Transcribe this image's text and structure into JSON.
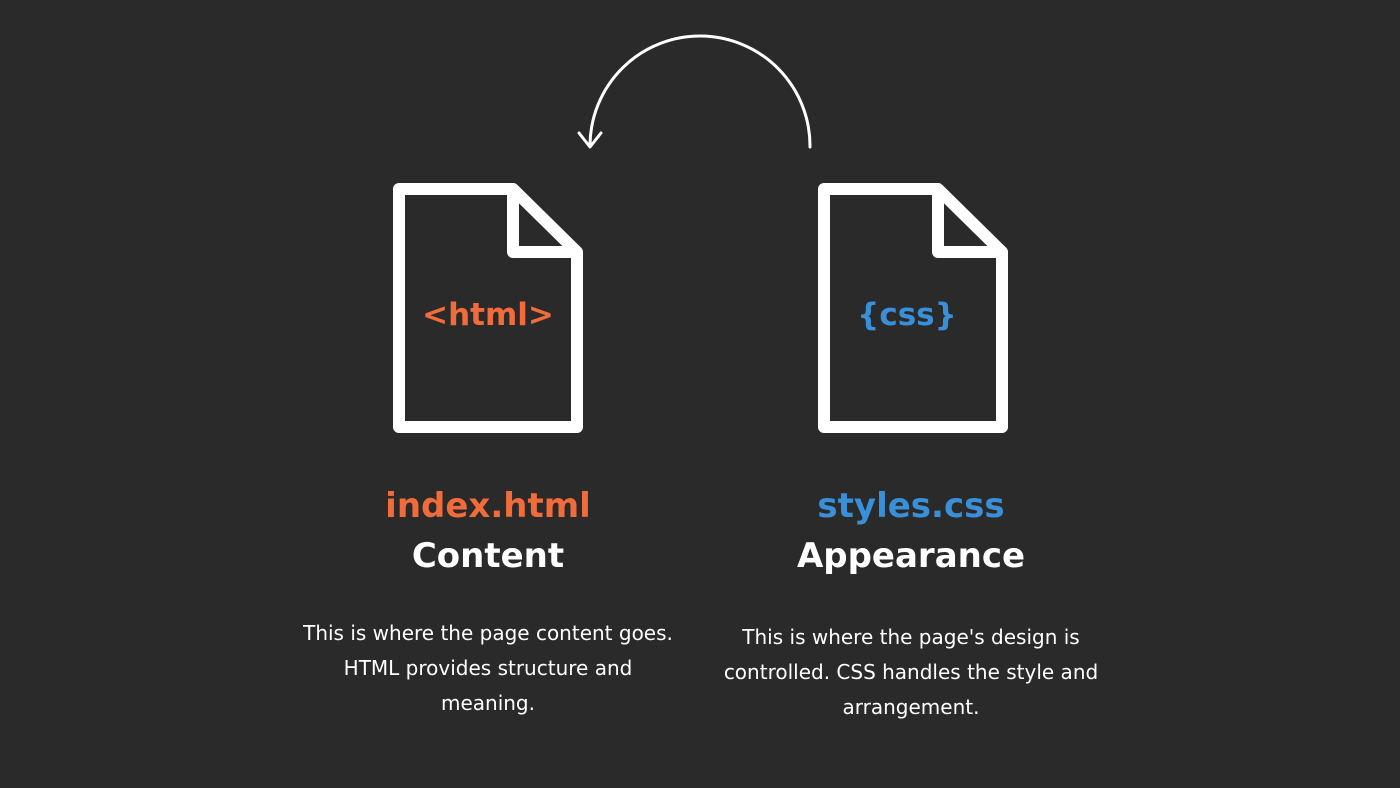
{
  "colors": {
    "background": "#2a2a2a",
    "html_accent": "#f26b3a",
    "css_accent": "#3a8fd9",
    "outline": "#ffffff",
    "text": "#ffffff"
  },
  "arrow": {
    "icon": "curved-arrow-icon",
    "from": "css-file",
    "to": "html-file"
  },
  "files": [
    {
      "tag": "<html>",
      "filename": "index.html",
      "role": "Content",
      "description": "This is where the page content goes. HTML provides structure and meaning."
    },
    {
      "tag": "{css}",
      "filename": "styles.css",
      "role": "Appearance",
      "description": "This is where the page's design is controlled. CSS handles the style and arrangement."
    }
  ]
}
